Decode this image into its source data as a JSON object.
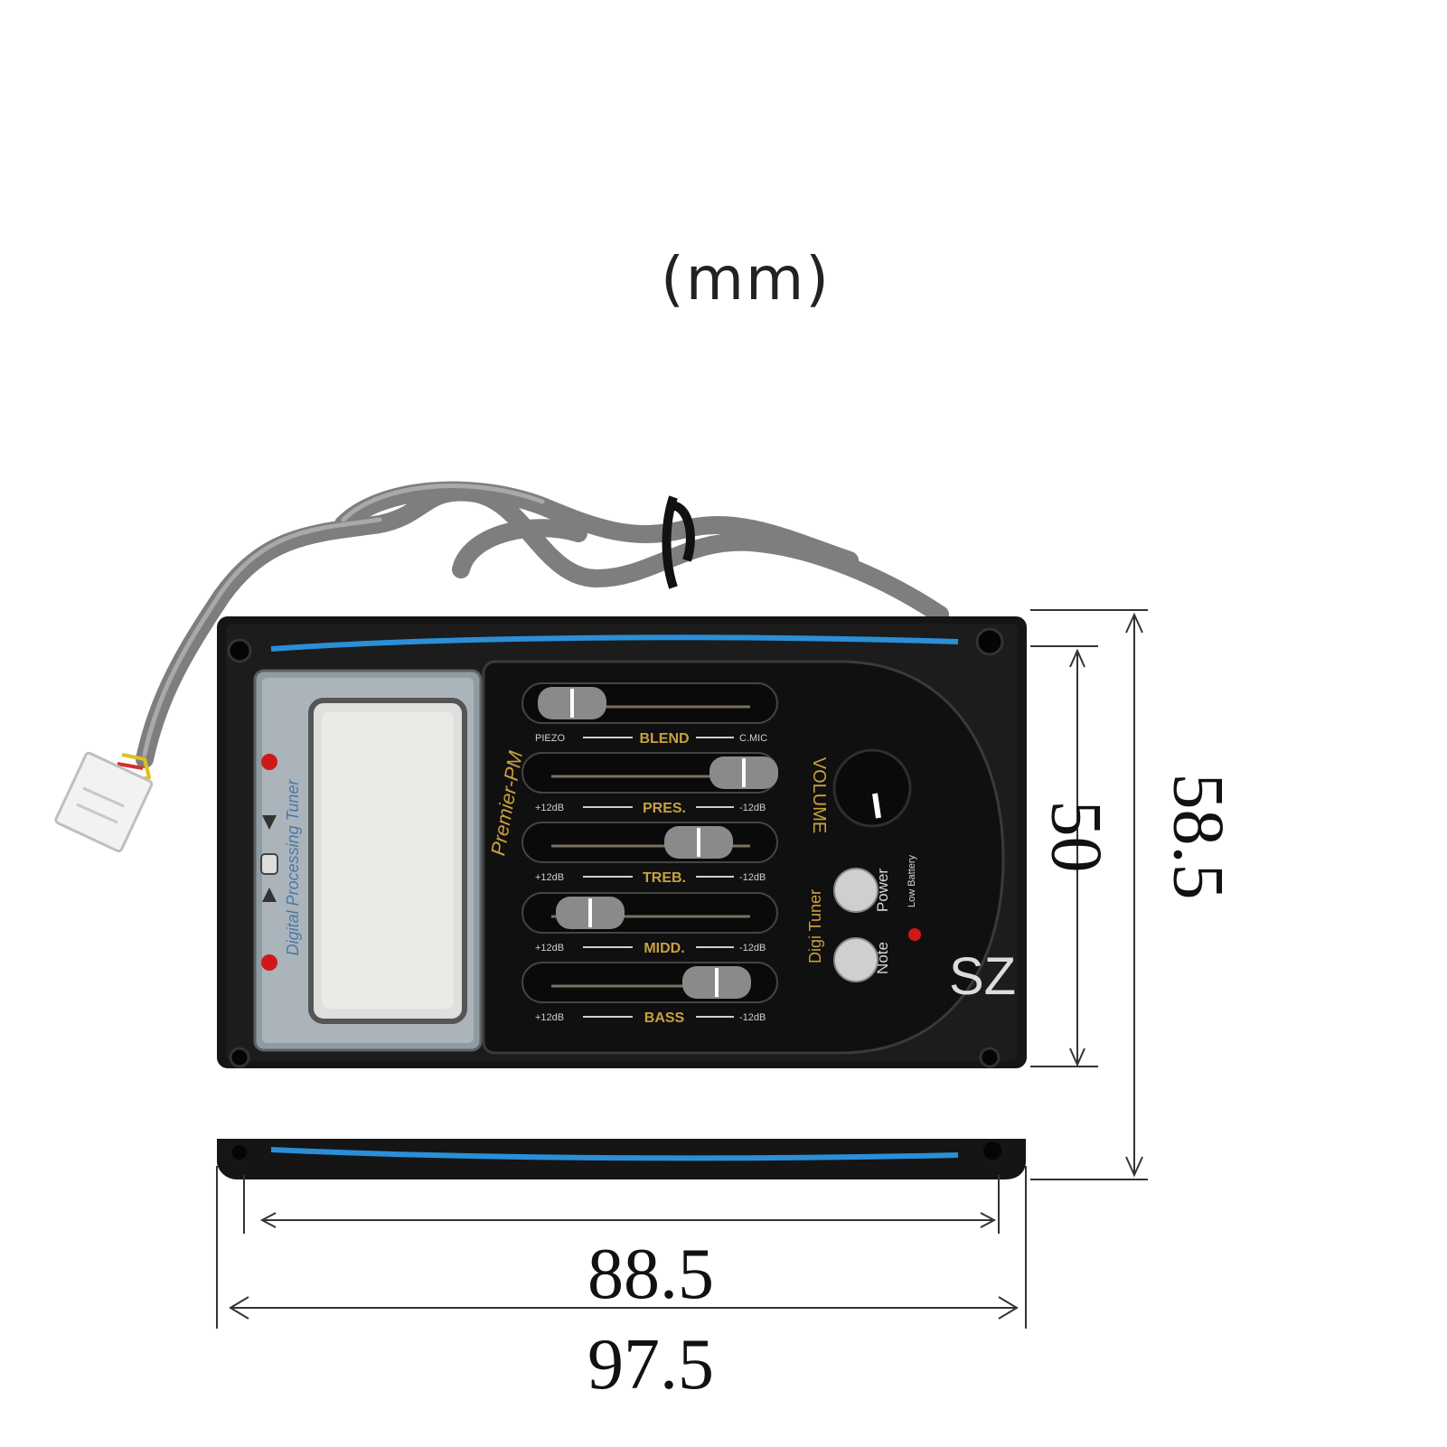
{
  "unit": "(mm)",
  "dimensions": {
    "inner_width": "88.5",
    "outer_width": "97.5",
    "inner_height": "50",
    "outer_height": "58.5"
  },
  "device": {
    "brand": "Premier-PM",
    "tuner_label": "Digital Processing Tuner",
    "slider_labels": [
      "BLEND",
      "PRES.",
      "TREB.",
      "MIDD.",
      "BASS"
    ],
    "slider_range_left": [
      "PIEZO",
      "+12dB",
      "+12dB",
      "+12dB",
      "+12dB"
    ],
    "slider_range_right": [
      "C.MIC",
      "-12dB",
      "-12dB",
      "-12dB",
      "-12dB"
    ],
    "volume_label": "VOLUME",
    "power_label": "Power",
    "low_battery_label": "Low Battery",
    "note_label": "Note",
    "digi_tuner_label": "Digi Tuner"
  },
  "watermark": "SZ",
  "colors": {
    "body": "#151515",
    "accent_blue": "#2a8fd8",
    "cable": "#8a8a8a"
  }
}
